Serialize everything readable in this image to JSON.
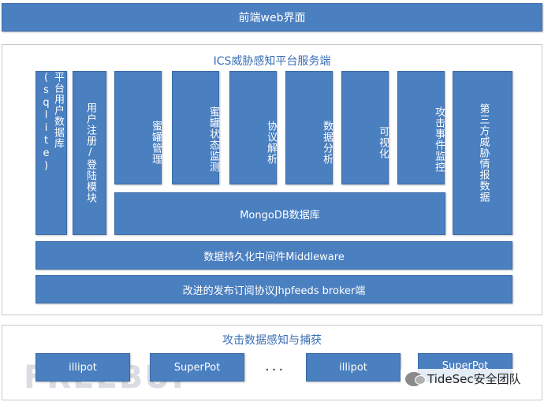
{
  "frontend": "前端web界面",
  "platform": {
    "title": "ICS威胁感知平台服务端",
    "db_sqlite": "平台用户数据库(sqlite)",
    "login": "用户注册/登陆模块",
    "modules": [
      "蜜罐管理",
      "蜜罐状态监测",
      "协议解析",
      "数据分析",
      "可视化",
      "攻击事件监控"
    ],
    "threat_intel": "第三方威胁情报数据",
    "mongodb": "MongoDB数据库",
    "middleware": "数据持久化中间件Middleware",
    "broker": "改进的发布订阅协议Jhpfeeds broker端"
  },
  "collection": {
    "title": "攻击数据感知与捕获",
    "pots": [
      "illipot",
      "SuperPot",
      "illipot",
      "SuperPot"
    ],
    "ellipsis": "···"
  },
  "watermark": "FREEBUF",
  "credit": "TideSec安全团队",
  "colors": {
    "block": "#4a7fc0",
    "title": "#3a6fb5"
  }
}
